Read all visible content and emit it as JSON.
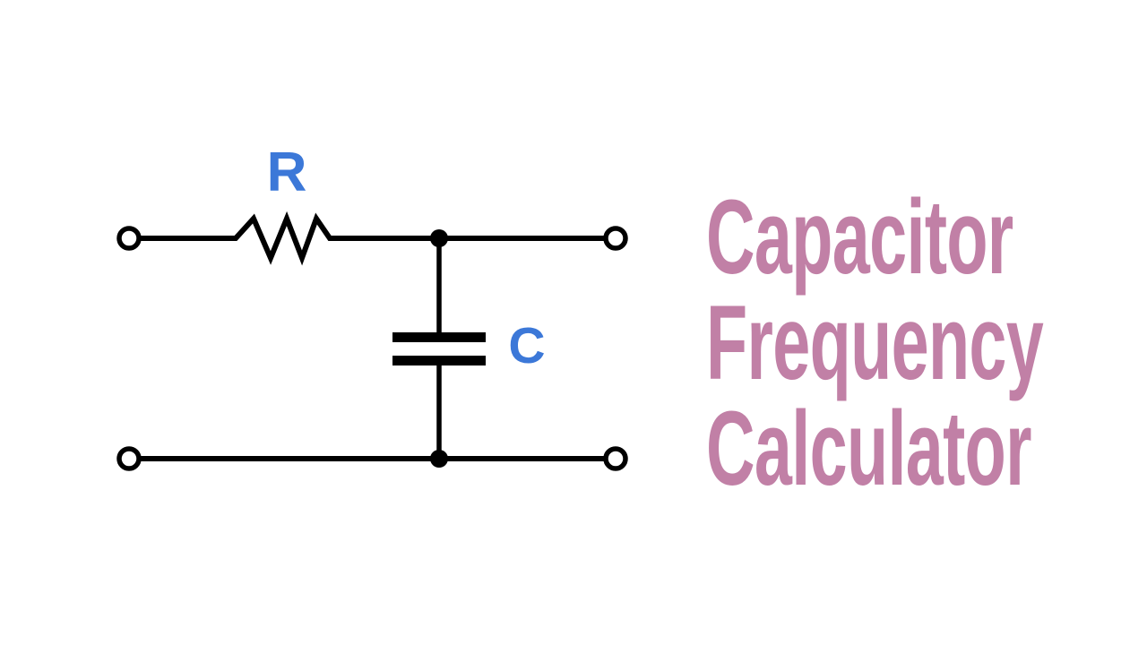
{
  "page": {
    "background_color": "#ffffff"
  },
  "title": {
    "lines": [
      "Capacitor",
      "Frequency",
      "Calculator"
    ],
    "color": "#c180a6"
  },
  "circuit": {
    "description": "RC low-pass filter schematic with series resistor and shunt capacitor",
    "labels": {
      "resistor": "R",
      "capacitor": "C"
    },
    "label_color": "#3c78d8",
    "wire_color": "#000000"
  }
}
